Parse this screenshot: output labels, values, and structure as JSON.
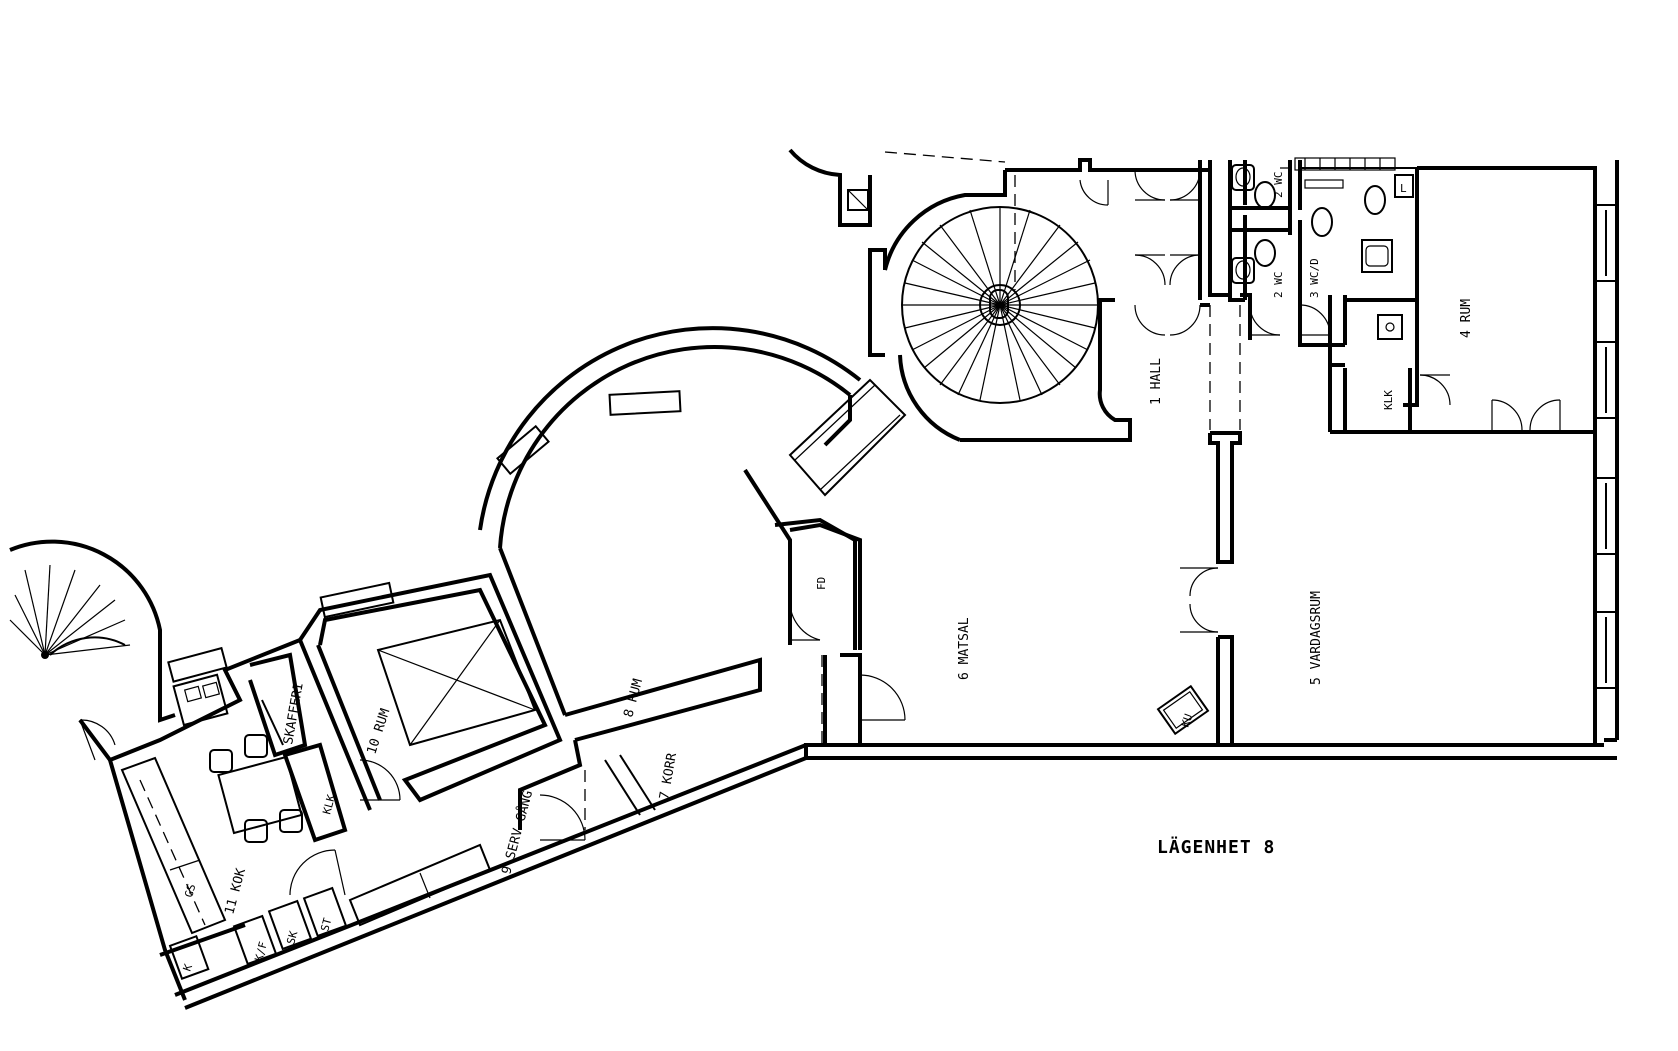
{
  "plan": {
    "title": "LÄGENHET 8",
    "rooms": {
      "hall": "1 HALL",
      "wc1": "2 WC",
      "wc2": "2 WC",
      "wcd": "3 WC/D",
      "rum4": "4 RUM",
      "vardagsrum": "5 VARDAGSRUM",
      "matsal": "6 MATSAL",
      "korr": "7 KORR",
      "rum8": "8 RUM",
      "servgang": "9 SERV-GÅNG",
      "rum10": "10 RUM",
      "kok": "11 KOK",
      "skafferi": "SKAFFERI"
    },
    "fixtures": {
      "klk_right": "KLK",
      "klk_left": "KLK",
      "fd": "FD",
      "ku": "KU",
      "gs": "GS",
      "k": "K",
      "kf": "K/F",
      "sk": "SK",
      "st": "ST",
      "l": "L"
    }
  }
}
